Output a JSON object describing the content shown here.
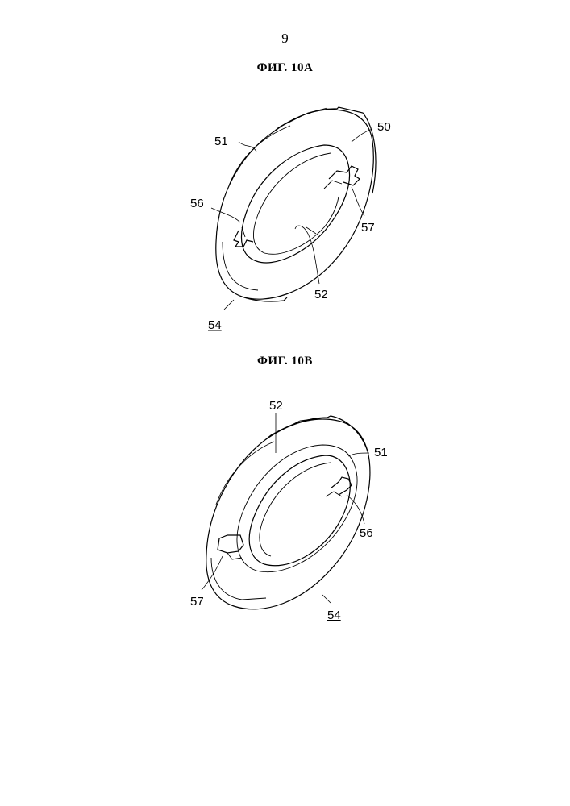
{
  "page_number": "9",
  "figure_a": {
    "title": "ФИГ. 10А",
    "labels": {
      "ref_50": "50",
      "ref_51": "51",
      "ref_52": "52",
      "ref_54": "54",
      "ref_56": "56",
      "ref_57": "57"
    }
  },
  "figure_b": {
    "title": "ФИГ. 10В",
    "labels": {
      "ref_51": "51",
      "ref_52": "52",
      "ref_54": "54",
      "ref_56": "56",
      "ref_57": "57"
    }
  }
}
